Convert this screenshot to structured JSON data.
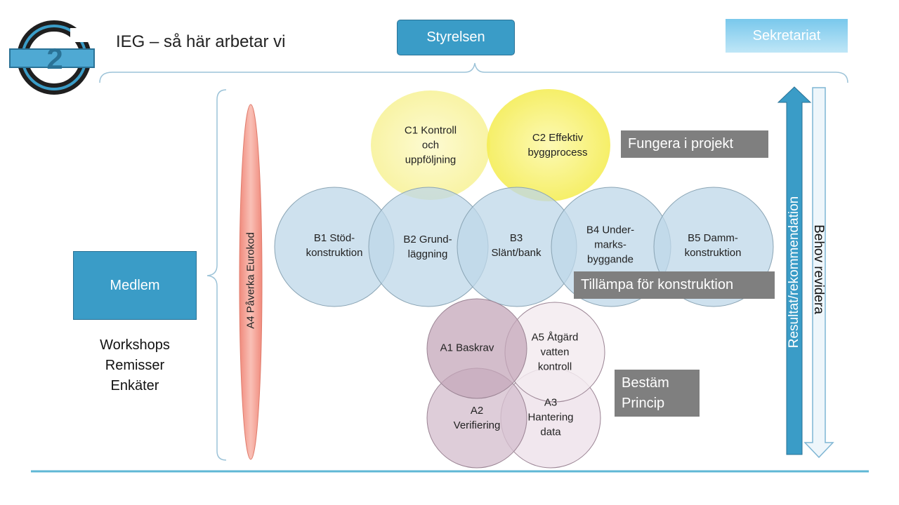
{
  "page": {
    "title": "IEG – så här arbetar vi"
  },
  "logo": {
    "numeral": "2"
  },
  "top_boxes": {
    "styrelsen": "Styrelsen",
    "sekretariat": "Sekretariat"
  },
  "member": {
    "label": "Medlem",
    "methods": [
      "Workshops",
      "Remisser",
      "Enkäter"
    ]
  },
  "oval": {
    "label": "A4 Påverka Eurokod"
  },
  "circles": {
    "c": [
      {
        "lines": [
          "C1 Kontroll",
          "och",
          "uppföljning"
        ]
      },
      {
        "lines": [
          "C2 Effektiv",
          "byggprocess"
        ]
      }
    ],
    "b": [
      {
        "lines": [
          "B1 Stöd-",
          "konstruktion"
        ]
      },
      {
        "lines": [
          "B2 Grund-",
          "läggning"
        ]
      },
      {
        "lines": [
          "B3",
          "Slänt/bank"
        ]
      },
      {
        "lines": [
          "B4 Under-",
          "marks-",
          "byggande"
        ]
      },
      {
        "lines": [
          "B5 Damm-",
          "konstruktion"
        ]
      }
    ],
    "a": [
      {
        "lines": [
          "A1 Baskrav"
        ]
      },
      {
        "lines": [
          "A5 Åtgärd",
          "vatten",
          "kontroll"
        ]
      },
      {
        "lines": [
          "A2",
          "Verifiering"
        ]
      },
      {
        "lines": [
          "A3",
          "Hantering",
          "data"
        ]
      }
    ]
  },
  "level_labels": {
    "fungera": "Fungera i projekt",
    "tillampa": "Tillämpa för konstruktion",
    "bestam": [
      "Bestäm",
      "Princip"
    ]
  },
  "arrows": {
    "up": "Resultat/rekommendation",
    "down": "Behov revidera"
  },
  "colors": {
    "accent_blue": "#3a9cc7",
    "c_circle": "#fbf47a",
    "b_circle": "#bed7e8",
    "a_circle": "#cfb6c7",
    "oval": "#f4a497",
    "label_gray": "#7f7f7f"
  }
}
